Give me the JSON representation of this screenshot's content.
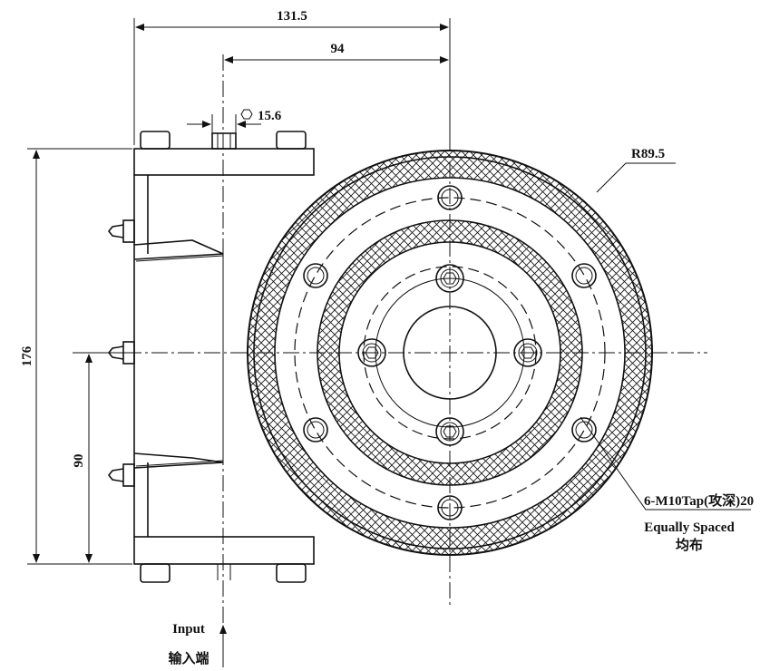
{
  "dimensions": {
    "overall_width": "131.5",
    "center_offset": "94",
    "hex_size": "15.6",
    "height": "176",
    "input_height": "90",
    "radius": "R89.5"
  },
  "callouts": {
    "tapped_holes": "6-M10Tap(攻深)20",
    "equally_spaced_en": "Equally Spaced",
    "equally_spaced_cn": "均布"
  },
  "input": {
    "label_en": "Input",
    "label_cn": "输入端"
  }
}
